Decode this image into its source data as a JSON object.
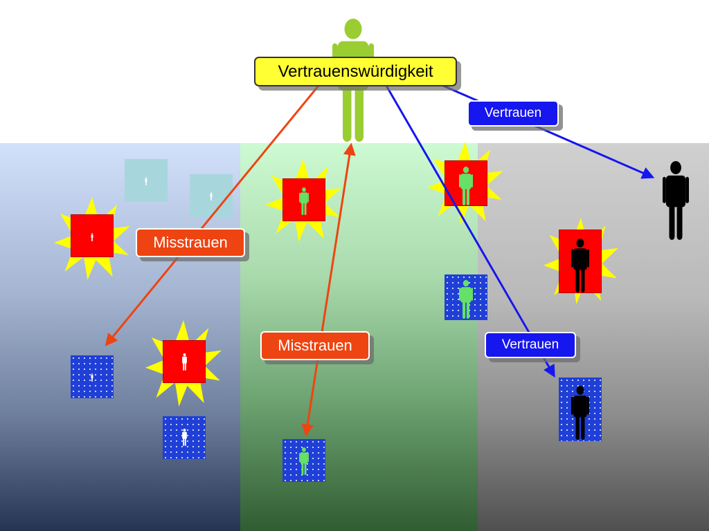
{
  "title": "Vertrauenswürdigkeit",
  "labels": {
    "trust_upper": "Vertrauen",
    "trust_lower": "Vertrauen",
    "distrust_left": "Misstrauen",
    "distrust_middle": "Misstrauen"
  },
  "colors": {
    "central_figure": "#9acd32",
    "title_box": "#ffff33",
    "distrust_arrow": "#ee4411",
    "trust_arrow": "#1616ee",
    "burst": "#ffff00",
    "tile_red": "#ff0000",
    "tile_blue_dotted": "#1f3fd6",
    "figure_green": "#66e066",
    "figure_black": "#000000",
    "figure_white": "#ffffff"
  },
  "icons": [
    "person-icon",
    "starburst-icon",
    "arrow-icon"
  ]
}
